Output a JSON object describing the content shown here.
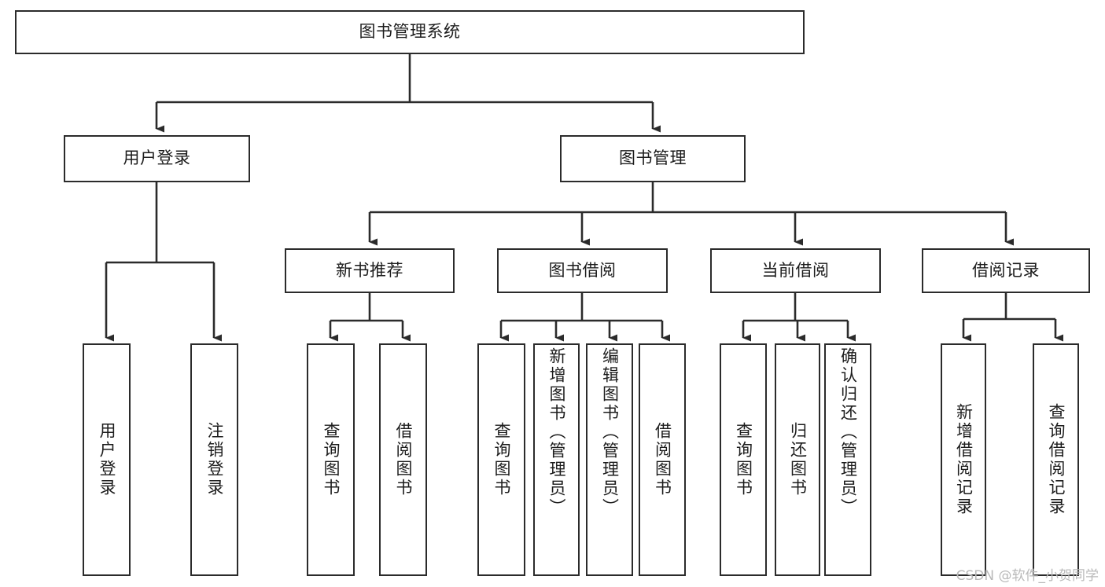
{
  "diagram": {
    "title": "图书管理系统",
    "type": "tree",
    "watermark": "CSDN @软件_小贺同学",
    "colors": {
      "box_border": "#2b2b2b",
      "box_fill": "#ffffff",
      "connector": "#2b2b2b",
      "text": "#1c1c1c",
      "watermark": "#b9b9b9"
    },
    "levels": {
      "root": {
        "label": "图书管理系统"
      },
      "level2": [
        {
          "id": "user-login",
          "label": "用户登录"
        },
        {
          "id": "book-manage",
          "label": "图书管理"
        }
      ],
      "level3": [
        {
          "id": "new-book-recommend",
          "label": "新书推荐",
          "parent": "book-manage"
        },
        {
          "id": "book-borrow",
          "label": "图书借阅",
          "parent": "book-manage"
        },
        {
          "id": "current-borrow",
          "label": "当前借阅",
          "parent": "book-manage"
        },
        {
          "id": "borrow-record",
          "label": "借阅记录",
          "parent": "book-manage"
        }
      ],
      "leaves": [
        {
          "id": "leaf-user-login",
          "label": "用户登录",
          "parent": "user-login"
        },
        {
          "id": "leaf-logout-login",
          "label": "注销登录",
          "parent": "user-login"
        },
        {
          "id": "leaf-query-book-1",
          "label": "查询图书",
          "parent": "new-book-recommend"
        },
        {
          "id": "leaf-borrow-book-1",
          "label": "借阅图书",
          "parent": "new-book-recommend"
        },
        {
          "id": "leaf-query-book-2",
          "label": "查询图书",
          "parent": "book-borrow"
        },
        {
          "id": "leaf-add-book",
          "label": "新增图书（管理员）",
          "parent": "book-borrow"
        },
        {
          "id": "leaf-edit-book",
          "label": "编辑图书（管理员）",
          "parent": "book-borrow"
        },
        {
          "id": "leaf-borrow-book-2",
          "label": "借阅图书",
          "parent": "book-borrow"
        },
        {
          "id": "leaf-query-book-3",
          "label": "查询图书",
          "parent": "current-borrow"
        },
        {
          "id": "leaf-return-book",
          "label": "归还图书",
          "parent": "current-borrow"
        },
        {
          "id": "leaf-confirm-return",
          "label": "确认归还（管理员）",
          "parent": "current-borrow"
        },
        {
          "id": "leaf-add-record",
          "label": "新增借阅记录",
          "parent": "borrow-record"
        },
        {
          "id": "leaf-query-record",
          "label": "查询借阅记录",
          "parent": "borrow-record"
        }
      ]
    }
  }
}
